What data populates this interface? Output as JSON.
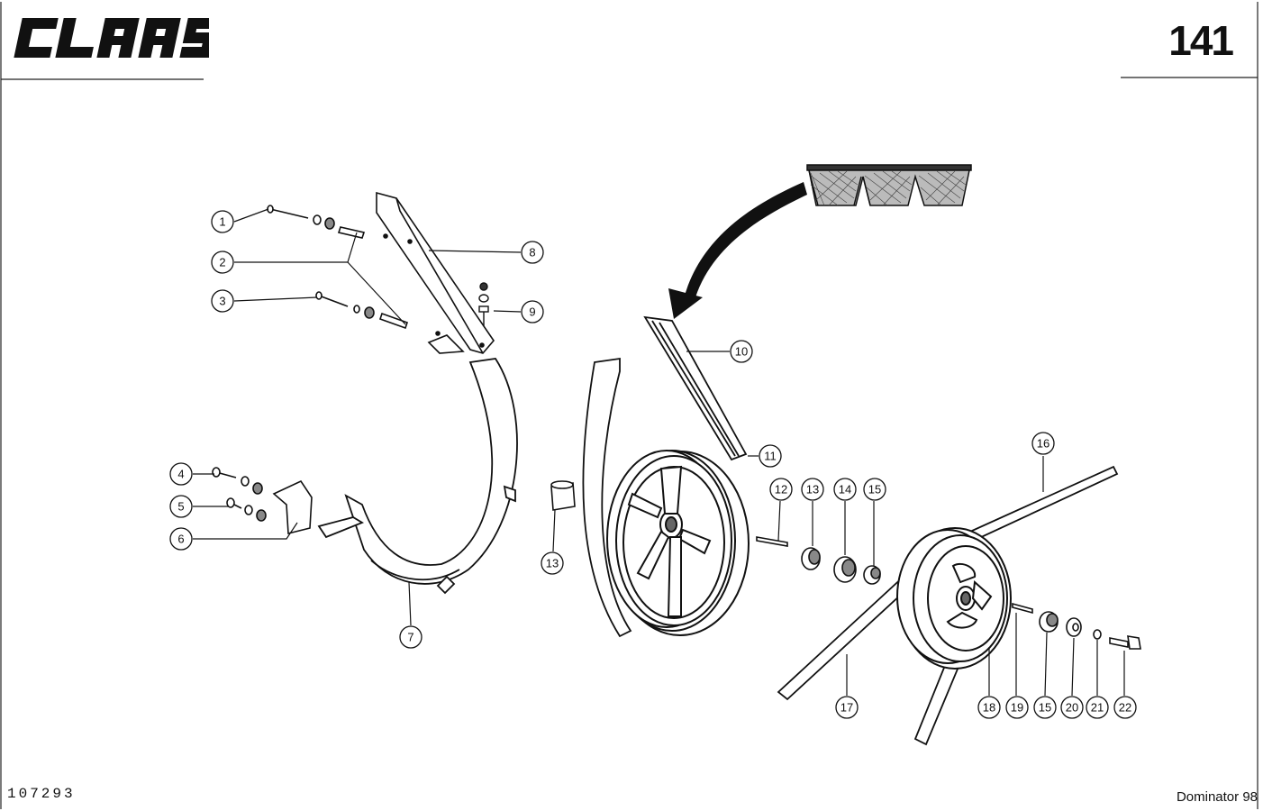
{
  "header": {
    "brand": "CLAAS",
    "page_number": "141"
  },
  "footer": {
    "doc_number": "107293",
    "model": "Dominator 98"
  },
  "callouts": [
    "1",
    "2",
    "3",
    "4",
    "5",
    "6",
    "7",
    "8",
    "9",
    "10",
    "11",
    "12",
    "13",
    "13",
    "14",
    "15",
    "15",
    "16",
    "17",
    "18",
    "19",
    "20",
    "21",
    "22"
  ]
}
